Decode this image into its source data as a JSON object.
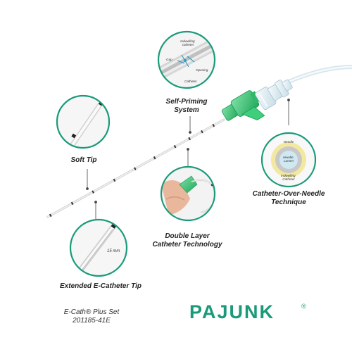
{
  "labels": {
    "self_priming": [
      "Self-Priming",
      "System"
    ],
    "soft_tip": "Soft Tip",
    "double_layer": [
      "Double Layer",
      "Catheter Technology"
    ],
    "catheter_over_needle": [
      "Catheter-Over-Needle",
      "Technique"
    ],
    "extended_tip": "Extended E-Catheter Tip"
  },
  "callouts": {
    "self_priming": {
      "indwelling_catheter": [
        "Indwelling",
        "catheter"
      ],
      "gap": "Gap",
      "opening": "Opening",
      "catheter": "Catheter"
    },
    "cross_section": {
      "needle": "Needle",
      "needle_lumen": [
        "Needle",
        "Lumen"
      ],
      "indwelling_catheter": [
        "Indwelling",
        "Catheter"
      ]
    },
    "extended_tip": {
      "length": "15 mm"
    }
  },
  "product": {
    "set_name": "E-Cath® Plus Set",
    "article_number": "201185-41E"
  },
  "brand": {
    "name": "PAJUNK",
    "registered": "®"
  },
  "colors": {
    "accent_green": "#22c16b",
    "brand_teal": "#1a9a7a",
    "circle_stroke": "#1a9a7a",
    "catheter": "#dedede",
    "marker": "#333333",
    "cross_needle": "#c8c8c8",
    "cross_catheter": "#f2e8a0",
    "cross_lumen": "#cfe8f2"
  }
}
